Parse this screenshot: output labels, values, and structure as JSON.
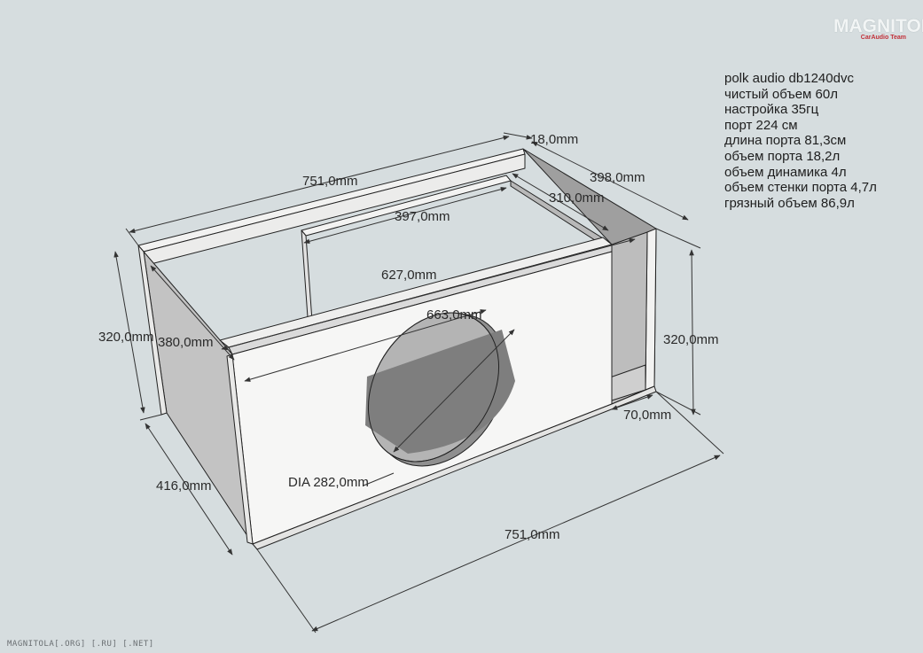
{
  "logo": {
    "main": "MAGNITOLA",
    "sub": "CarAudio Team"
  },
  "footer": "MAGNITOLA[.ORG] [.RU] [.NET]",
  "spec": {
    "lines": [
      "polk audio db1240dvc",
      "чистый объем 60л",
      "настройка 35гц",
      "порт 224 см",
      "длина порта 81,3см",
      "объем порта 18,2л",
      "объем динамика 4л",
      "объем стенки порта 4,7л",
      "грязный объем 86,9л"
    ]
  },
  "dimensions": {
    "top_length": "751,0mm",
    "wall_thickness": "18,0mm",
    "top_depth": "398,0mm",
    "inner_panel_width": "397,0mm",
    "port_width": "310,0mm",
    "inner_length": "627,0mm",
    "baffle_length": "663,0mm",
    "height_left": "320,0mm",
    "inner_depth": "380,0mm",
    "height_right": "320,0mm",
    "port_gap": "70,0mm",
    "bottom_depth": "416,0mm",
    "cutout_diameter": "DIA 282,0mm",
    "bottom_length": "751,0mm"
  },
  "colors": {
    "background": "#d6dddf",
    "panel_light": "#f4f4f3",
    "panel_grey": "#c4c4c4",
    "panel_dark": "#a3a3a3",
    "edge": "#222222",
    "cutout": "#9a9a9a"
  }
}
